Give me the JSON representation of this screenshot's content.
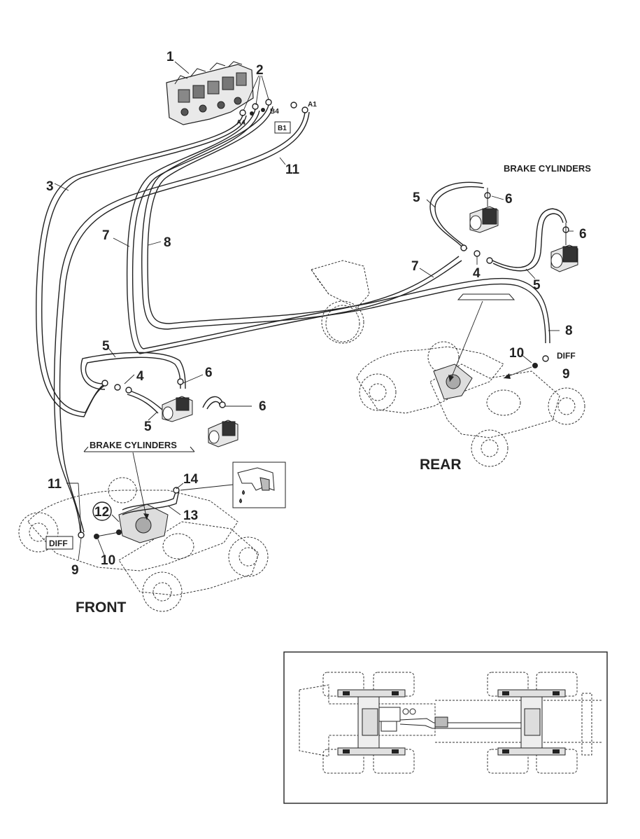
{
  "callouts": {
    "c1": "1",
    "c2": "2",
    "c3": "3",
    "c4a": "4",
    "c4b": "4",
    "c5a": "5",
    "c5b": "5",
    "c5c": "5",
    "c5d": "5",
    "c6a": "6",
    "c6b": "6",
    "c6c": "6",
    "c6d": "6",
    "c7a": "7",
    "c7b": "7",
    "c8a": "8",
    "c8b": "8",
    "c9a": "9",
    "c9b": "9",
    "c10a": "10",
    "c10b": "10",
    "c11a": "11",
    "c11b": "11",
    "c12": "12",
    "c13": "13",
    "c14": "14"
  },
  "port_labels": {
    "a1": "A1",
    "a4": "A4",
    "b4": "B4",
    "b1": "B1"
  },
  "labels": {
    "brake_cylinders_rear": "BRAKE CYLINDERS",
    "brake_cylinders_front": "BRAKE CYLINDERS",
    "diff_rear": "DIFF",
    "diff_front": "DIFF",
    "rear": "REAR",
    "front": "FRONT"
  }
}
